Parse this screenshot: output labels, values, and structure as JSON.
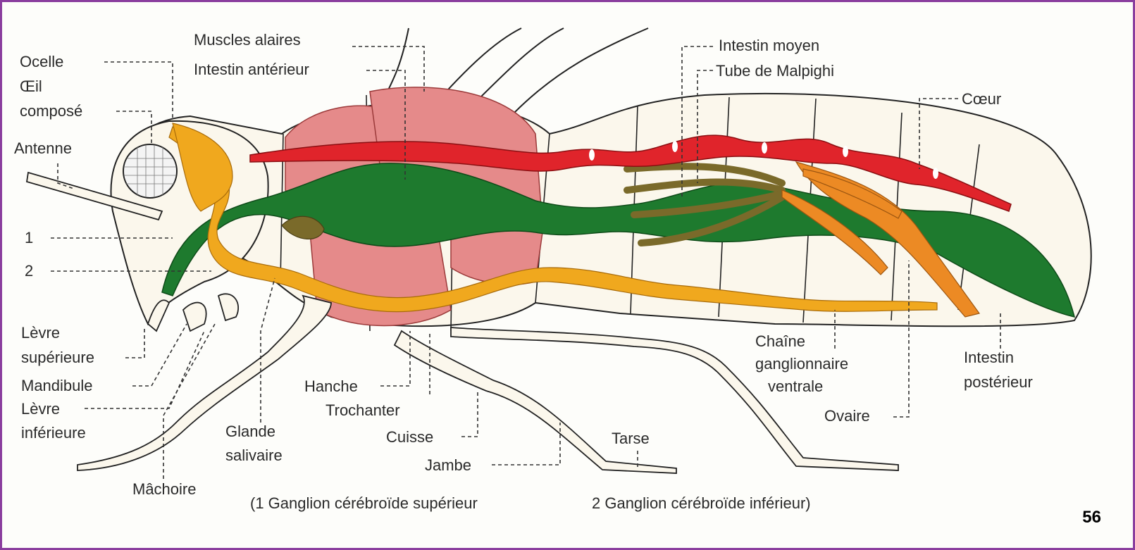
{
  "labels": {
    "ocelle": "Ocelle",
    "oeil_1": "Œil",
    "oeil_2": "composé",
    "antenne": "Antenne",
    "num_1": "1",
    "num_2": "2",
    "levre_sup_1": "Lèvre",
    "levre_sup_2": "supérieure",
    "mandibule": "Mandibule",
    "levre_inf_1": "Lèvre",
    "levre_inf_2": "inférieure",
    "machoire": "Mâchoire",
    "glande_1": "Glande",
    "glande_2": "salivaire",
    "muscles": "Muscles alaires",
    "intestin_ant": "Intestin antérieur",
    "hanche": "Hanche",
    "trochanter": "Trochanter",
    "cuisse": "Cuisse",
    "jambe": "Jambe",
    "tarse": "Tarse",
    "intestin_moyen": "Intestin moyen",
    "tube_malpighi": "Tube de Malpighi",
    "coeur": "Cœur",
    "chaine_1": "Chaîne",
    "chaine_2": "ganglionnaire",
    "chaine_3": "ventrale",
    "intestin_post_1": "Intestin",
    "intestin_post_2": "postérieur",
    "ovaire": "Ovaire",
    "caption_1": "(1 Ganglion cérébroïde supérieur",
    "caption_2": "2 Ganglion cérébroïde inférieur)"
  },
  "page_number": "56",
  "colors": {
    "frame": "#8a3d9e",
    "digestive_tube": "#1e7a2e",
    "heart": "#e0242b",
    "nervous_chain": "#f0a81e",
    "muscles": "#e58a8a",
    "ovary": "#ec8a24",
    "malpighi": "#7a6a2a",
    "body": "#fbf7ec"
  }
}
